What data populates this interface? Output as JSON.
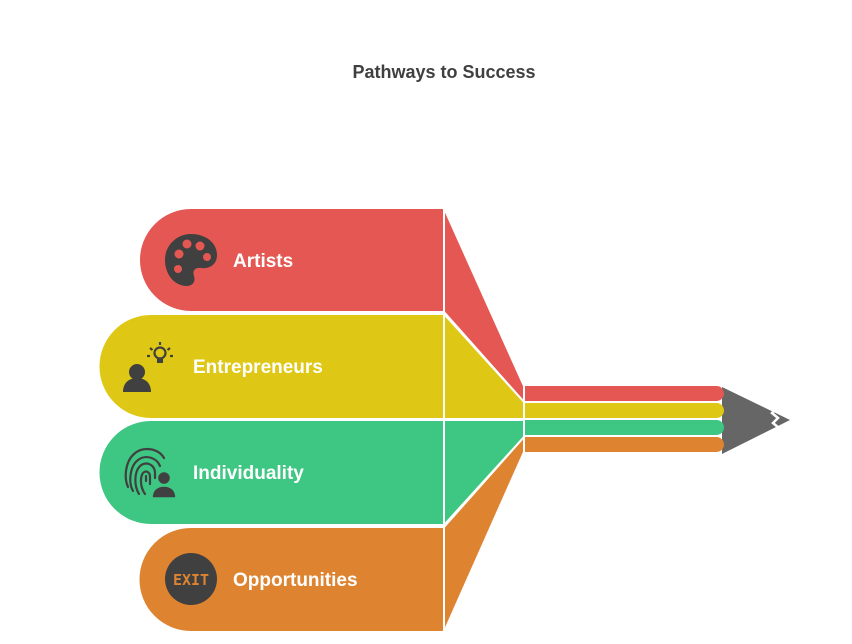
{
  "title": "Pathways to Success",
  "colors": {
    "artists": "#e55752",
    "entrepreneurs": "#dec815",
    "individuality": "#3ec683",
    "opportunities": "#de8430",
    "pencil_tip": "#666666",
    "icon": "#404040"
  },
  "bands": [
    {
      "id": "artists",
      "label": "Artists",
      "icon": "palette-icon"
    },
    {
      "id": "entrepreneurs",
      "label": "Entrepreneurs",
      "icon": "person-lightbulb-icon"
    },
    {
      "id": "individuality",
      "label": "Individuality",
      "icon": "fingerprint-person-icon"
    },
    {
      "id": "opportunities",
      "label": "Opportunities",
      "icon": "exit-sign-icon",
      "icon_text": "EXIT"
    }
  ]
}
